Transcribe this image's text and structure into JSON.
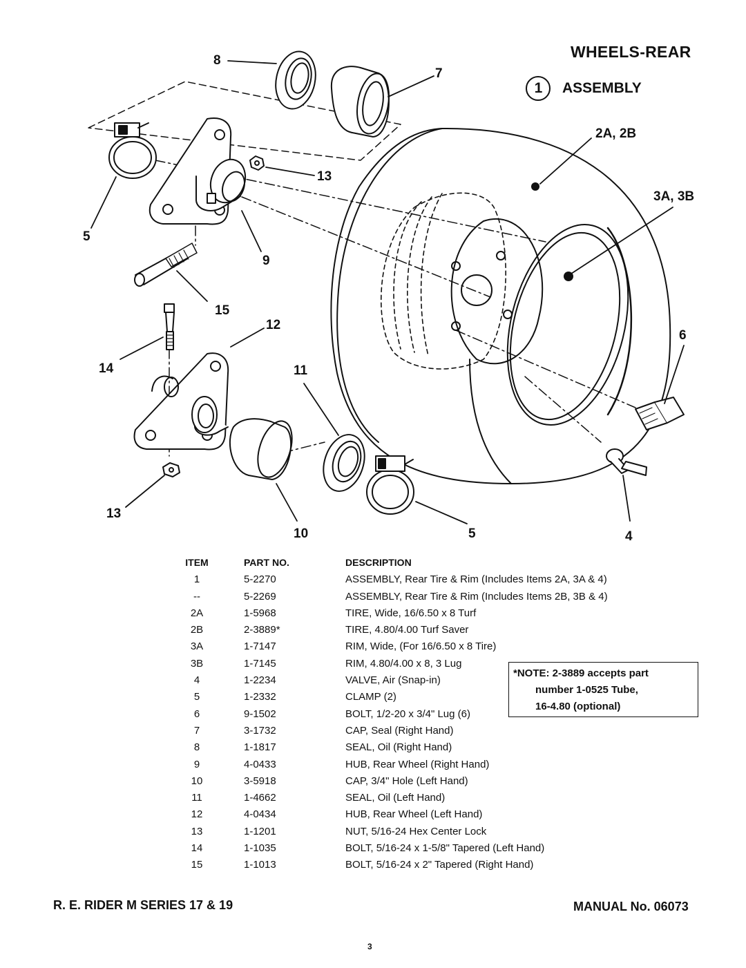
{
  "header": {
    "title": "WHEELS-REAR",
    "assembly_number": "1",
    "assembly_label": "ASSEMBLY"
  },
  "diagram": {
    "callouts": {
      "c8": "8",
      "c7": "7",
      "c13a": "13",
      "c2a2b": "2A, 2B",
      "c3a3b": "3A, 3B",
      "c5a": "5",
      "c9": "9",
      "c15": "15",
      "c12": "12",
      "c14": "14",
      "c11": "11",
      "c6": "6",
      "c13b": "13",
      "c10": "10",
      "c5b": "5",
      "c4": "4"
    }
  },
  "parts_table": {
    "headers": {
      "item": "ITEM",
      "part_no": "PART NO.",
      "description": "DESCRIPTION"
    },
    "rows": [
      {
        "item": "1",
        "part_no": "5-2270",
        "description": "ASSEMBLY, Rear Tire & Rim (Includes Items 2A, 3A & 4)"
      },
      {
        "item": "--",
        "part_no": "5-2269",
        "description": "ASSEMBLY, Rear Tire & Rim (Includes Items 2B, 3B & 4)"
      },
      {
        "item": "2A",
        "part_no": "1-5968",
        "description": "TIRE, Wide, 16/6.50 x 8 Turf"
      },
      {
        "item": "2B",
        "part_no": "2-3889*",
        "description": "TIRE, 4.80/4.00 Turf Saver"
      },
      {
        "item": "3A",
        "part_no": "1-7147",
        "description": "RIM, Wide, (For 16/6.50 x 8 Tire)"
      },
      {
        "item": "3B",
        "part_no": "1-7145",
        "description": "RIM, 4.80/4.00 x 8, 3 Lug"
      },
      {
        "item": "4",
        "part_no": "1-2234",
        "description": "VALVE, Air (Snap-in)"
      },
      {
        "item": "5",
        "part_no": "1-2332",
        "description": "CLAMP (2)"
      },
      {
        "item": "6",
        "part_no": "9-1502",
        "description": "BOLT, 1/2-20 x 3/4\" Lug (6)"
      },
      {
        "item": "7",
        "part_no": "3-1732",
        "description": "CAP, Seal (Right Hand)"
      },
      {
        "item": "8",
        "part_no": "1-1817",
        "description": "SEAL, Oil (Right Hand)"
      },
      {
        "item": "9",
        "part_no": "4-0433",
        "description": "HUB, Rear Wheel (Right Hand)"
      },
      {
        "item": "10",
        "part_no": "3-5918",
        "description": "CAP, 3/4\" Hole (Left Hand)"
      },
      {
        "item": "11",
        "part_no": "1-4662",
        "description": "SEAL, Oil (Left Hand)"
      },
      {
        "item": "12",
        "part_no": "4-0434",
        "description": "HUB, Rear Wheel (Left Hand)"
      },
      {
        "item": "13",
        "part_no": "1-1201",
        "description": "NUT, 5/16-24 Hex Center Lock"
      },
      {
        "item": "14",
        "part_no": "1-1035",
        "description": "BOLT, 5/16-24 x 1-5/8\" Tapered (Left Hand)"
      },
      {
        "item": "15",
        "part_no": "1-1013",
        "description": "BOLT, 5/16-24 x 2\" Tapered (Right Hand)"
      }
    ]
  },
  "note": {
    "line1": "*NOTE: 2-3889 accepts part",
    "line2": "number 1-0525 Tube,",
    "line3": "16-4.80 (optional)"
  },
  "footer": {
    "model": "R. E. RIDER M SERIES 17 & 19",
    "manual": "MANUAL No. 06073",
    "page_number": "3"
  }
}
